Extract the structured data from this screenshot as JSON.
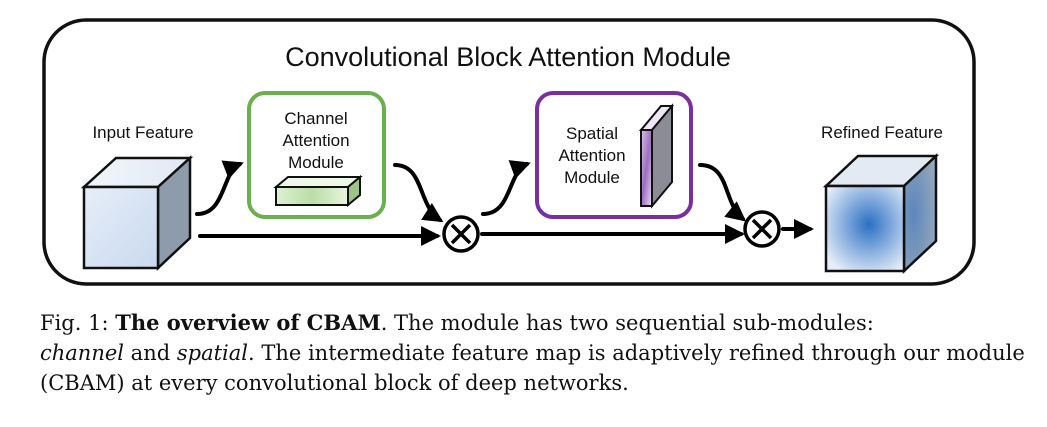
{
  "diagram": {
    "title": "Convolutional Block Attention Module",
    "input_label": "Input Feature",
    "output_label": "Refined Feature",
    "channel_module": [
      "Channel",
      "Attention",
      "Module"
    ],
    "spatial_module": [
      "Spatial",
      "Attention",
      "Module"
    ],
    "colors": {
      "channel_border": "#6ab04c",
      "spatial_border": "#7b2f9e",
      "cube_front": "#dce8f6",
      "cube_side": "#8e9bab",
      "refined_center": "#2b6fc2"
    },
    "operators": [
      "multiply-icon",
      "multiply-icon"
    ]
  },
  "caption": {
    "prefix": "Fig. 1: ",
    "bold": "The overview of CBAM",
    "text1": ". The module has two sequential sub-modules:",
    "italic1": "channel",
    "and": " and ",
    "italic2": "spatial",
    "text2": ". The intermediate feature map is adaptively refined through our module (CBAM) at every convolutional block of deep networks."
  }
}
